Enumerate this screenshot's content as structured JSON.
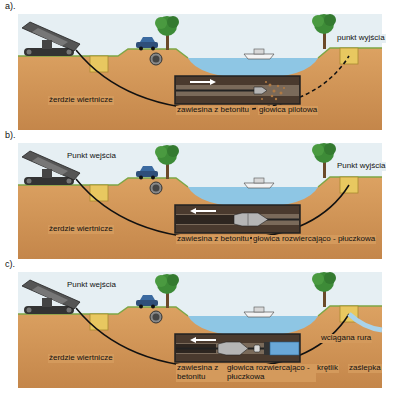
{
  "diagram": {
    "labels": [
      "a).",
      "punkt wyjścia",
      "żerdzie wiertnicze",
      "zawiesina z betonitu",
      "głowica pilotowa",
      "b).",
      "Punkt wejścia",
      "Punkt wyjścia",
      "żerdzie wiertnicze",
      "zawiesina z betonitu",
      "głowica rozwiercająco - płuczkowa",
      "c).",
      "Punkt wejścia",
      "żerdzie wiertnicze",
      "zawiesina z betonitu",
      "głowica rozwiercająco - płuczkowa",
      "krętlik",
      "zaślepka",
      "wciągana rura"
    ]
  }
}
